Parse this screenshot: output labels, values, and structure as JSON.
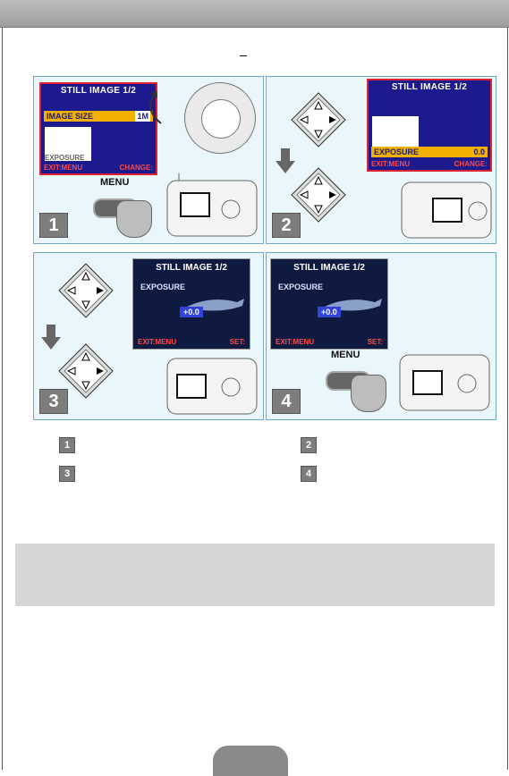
{
  "panels": [
    {
      "step": "1",
      "screen": {
        "title": "STILL IMAGE 1/2",
        "highlight": "IMAGE SIZE",
        "tag": "1M",
        "hidden_row": "EXPOSURE",
        "foot_left": "EXIT:MENU",
        "foot_right": "CHANGE:"
      },
      "button_label": "MENU"
    },
    {
      "step": "2",
      "screen": {
        "title": "STILL IMAGE 1/2",
        "highlight": "EXPOSURE",
        "value": "0.0",
        "foot_left": "EXIT:MENU",
        "foot_right": "CHANGE:"
      }
    },
    {
      "step": "3",
      "screen": {
        "title": "STILL IMAGE 1/2",
        "sub": "EXPOSURE",
        "value": "+0.0",
        "foot_left": "EXIT:MENU",
        "foot_right": "SET:"
      }
    },
    {
      "step": "4",
      "screen": {
        "title": "STILL IMAGE 1/2",
        "sub": "EXPOSURE",
        "value": "+0.0",
        "foot_left": "EXIT:MENU",
        "foot_right": "SET:"
      },
      "button_label": "MENU"
    }
  ],
  "legend": [
    "1",
    "2",
    "3",
    "4"
  ],
  "icons": {
    "dpad": "dpad-icon",
    "arrow": "arrow-down-icon",
    "hand": "hand-icon",
    "dial": "mode-dial-icon",
    "camera": "camera-icon"
  }
}
